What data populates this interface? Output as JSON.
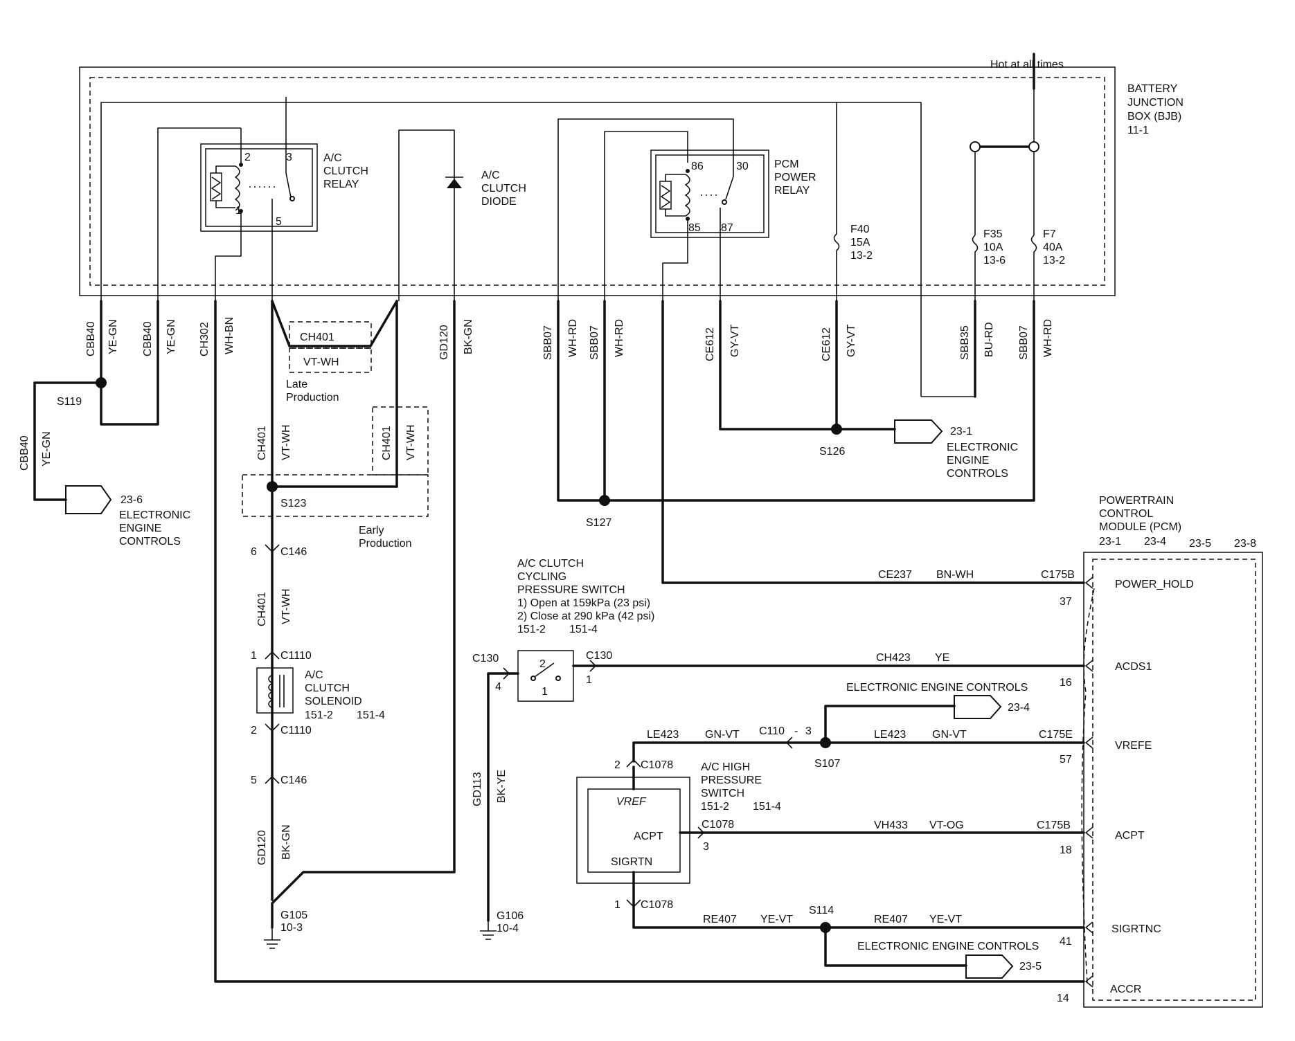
{
  "hot_label": "Hot at all times",
  "bjb": {
    "lines": [
      "BATTERY",
      "JUNCTION",
      "BOX (BJB)",
      "11-1"
    ]
  },
  "ac_relay": {
    "lines": [
      "A/C",
      "CLUTCH",
      "RELAY"
    ],
    "pins": {
      "p1": "1",
      "p2": "2",
      "p3": "3",
      "p5": "5"
    }
  },
  "ac_diode": {
    "lines": [
      "A/C",
      "CLUTCH",
      "DIODE"
    ]
  },
  "pcm_relay": {
    "lines": [
      "PCM",
      "POWER",
      "RELAY"
    ],
    "pins": {
      "p86": "86",
      "p85": "85",
      "p30": "30",
      "p87": "87"
    }
  },
  "fuses": {
    "f40": [
      "F40",
      "15A",
      "13-2"
    ],
    "f35": [
      "F35",
      "10A",
      "13-6"
    ],
    "f7": [
      "F7",
      "40A",
      "13-2"
    ]
  },
  "wires": {
    "cbb40": "CBB40",
    "ye_gn": "YE-GN",
    "ch302": "CH302",
    "wh_bn": "WH-BN",
    "ch401": "CH401",
    "vt_wh": "VT-WH",
    "gd120": "GD120",
    "bk_gn": "BK-GN",
    "sbb07": "SBB07",
    "wh_rd": "WH-RD",
    "ce612": "CE612",
    "gy_vt": "GY-VT",
    "sbb35": "SBB35",
    "bu_rd": "BU-RD",
    "ce237": "CE237",
    "bn_wh": "BN-WH",
    "ch423": "CH423",
    "ye": "YE",
    "le423": "LE423",
    "gn_vt": "GN-VT",
    "vh433": "VH433",
    "vt_og": "VT-OG",
    "re407": "RE407",
    "ye_vt": "YE-VT",
    "gd113": "GD113",
    "bk_ye": "BK-YE"
  },
  "splices": {
    "s119": "S119",
    "s123": "S123",
    "s126": "S126",
    "s127": "S127",
    "s107": "S107",
    "s114": "S114"
  },
  "production": {
    "late": [
      "Late",
      "Production"
    ],
    "early": [
      "Early",
      "Production"
    ]
  },
  "eec": {
    "ref_236": "23-6",
    "ref_231": "23-1",
    "ref_234": "23-4",
    "ref_235": "23-5",
    "lines": [
      "ELECTRONIC",
      "ENGINE",
      "CONTROLS"
    ],
    "single_line": "ELECTRONIC ENGINE CONTROLS"
  },
  "connectors": {
    "c146": "C146",
    "c1110": "C1110",
    "c130": "C130",
    "c1078": "C1078",
    "c110": "C110",
    "dash": "-",
    "c175b": "C175B",
    "c175e": "C175E",
    "pin_6": "6",
    "pin_1": "1",
    "pin_2": "2",
    "pin_5": "5",
    "pin_4": "4",
    "pin_3": "3"
  },
  "solenoid": {
    "lines": [
      "A/C",
      "CLUTCH",
      "SOLENOID"
    ],
    "ref1": "151-2",
    "ref2": "151-4"
  },
  "cycling_switch": {
    "lines": [
      "A/C CLUTCH",
      "CYCLING",
      "PRESSURE SWITCH",
      "1) Open at 159kPa (23 psi)",
      "2) Close at 290 kPa (42 psi)"
    ],
    "ref1": "151-2",
    "ref2": "151-4",
    "pin2": "2",
    "pin1": "1"
  },
  "high_switch": {
    "lines": [
      "A/C HIGH",
      "PRESSURE",
      "SWITCH"
    ],
    "ref1": "151-2",
    "ref2": "151-4",
    "vref": "VREF",
    "acpt": "ACPT",
    "sigrtn": "SIGRTN"
  },
  "grounds": {
    "g105": "G105",
    "g105_ref": "10-3",
    "g106": "G106",
    "g106_ref": "10-4"
  },
  "pcm": {
    "title": [
      "POWERTRAIN",
      "CONTROL",
      "MODULE (PCM)"
    ],
    "refs": [
      "23-1",
      "23-4",
      "23-5",
      "23-8"
    ],
    "pins": [
      {
        "name": "POWER_HOLD",
        "num": "37"
      },
      {
        "name": "ACDS1",
        "num": "16"
      },
      {
        "name": "VREFE",
        "num": "57"
      },
      {
        "name": "ACPT",
        "num": "18"
      },
      {
        "name": "SIGRTNC",
        "num": "41"
      },
      {
        "name": "ACCR",
        "num": "14"
      }
    ]
  }
}
